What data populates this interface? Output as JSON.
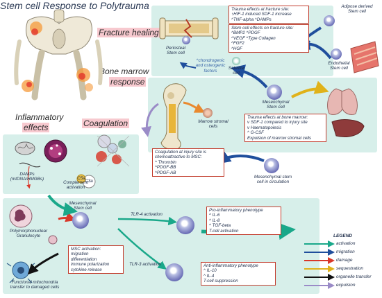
{
  "title": "Stem cell Response to Polytrauma",
  "sections": {
    "fracture_healing": "Fracture healing",
    "bone_marrow_response": [
      "Bone marrow",
      "response"
    ],
    "inflammatory_effects": [
      "Inflammatory",
      "effects"
    ],
    "coagulation": "Coagulation"
  },
  "labels": {
    "adipose": [
      "Adipose derived",
      "Stem cell"
    ],
    "endothelial": [
      "Endothelial",
      "Stem cell"
    ],
    "periosteal": [
      "Periosteal",
      "Stem cell"
    ],
    "periosteal_effects": [
      "^chondrogenic",
      "and osteogenic",
      "factors"
    ],
    "satellite": [
      "Satellite",
      "cell"
    ],
    "msc_top": [
      "Mesenchymal",
      "Stem cell"
    ],
    "marrow_stromal": [
      "Marrow stromal",
      "cells"
    ],
    "msc_circulation": [
      "Mesenchymal stem",
      "cell in circulation"
    ],
    "damps": [
      "DAMPs",
      "(mtDNA/HMGBs)"
    ],
    "complement": [
      "Complement",
      "activation"
    ],
    "c3a": "C3a",
    "c5a": "C5a",
    "pmn": [
      "Polymorphonuclear",
      "Granulocyte"
    ],
    "msc_bottom": [
      "Mesenchymal",
      "Stem cell"
    ],
    "tlr4": "TLR-4 activation",
    "tlr3": "TLR-3 activation",
    "mito": [
      "Functional mitochondria",
      "transfer to damaged cells"
    ]
  },
  "boxes": {
    "trauma_fracture": {
      "title": "Trauma effects at fracture site:",
      "lines": [
        "↑HIF-1 induced SDF-1 increase",
        "^TNF-alpha     ^DAMPs"
      ]
    },
    "stem_effects": {
      "title": "Stem cell effects on fracture site:",
      "lines": [
        "^BMP2         ^PDGF",
        "^VEGF         ^Type Collagen",
        "^FGF2",
        "^HGF"
      ]
    },
    "trauma_marrow": {
      "title": "Trauma effects at bone marrow:",
      "lines": [
        "v SDF-1 compared to injury site",
        "v Haematopoiesis",
        "^ G-CSF",
        "Expulsion of marrow stromal cells"
      ]
    },
    "coag_injury": {
      "title": "Coagulation at injury site is",
      "lines": [
        "chemoattractive to MSC:",
        "^ Thrombin",
        "^PDGF-BB",
        "^PDGF-AB"
      ]
    },
    "pro_inflam": {
      "title": "Pro-inflammatory phenotype",
      "lines": [
        "^ IL-6",
        "^ IL-8",
        "^ TGF-beta",
        "T-cell activation"
      ]
    },
    "anti_inflam": {
      "title": "Anti-inflammatory phenotype",
      "lines": [
        "^ IL-10",
        "^ IL-4",
        "T-cell suppression"
      ]
    },
    "msc_activation": {
      "title": "MSC activation:",
      "lines": [
        "migration",
        "differentiation",
        "immune polarization",
        "cytokine release"
      ]
    }
  },
  "legend": {
    "title": "LEGEND",
    "items": [
      {
        "label": "activation",
        "color": "#1aa88a"
      },
      {
        "label": "migration",
        "color": "#1f4e9c"
      },
      {
        "label": "damage",
        "color": "#d9382a"
      },
      {
        "label": "sequestration",
        "color": "#e0b21a"
      },
      {
        "label": "organelle transfer",
        "color": "#111111"
      },
      {
        "label": "expulsion",
        "color": "#9a8bc7"
      }
    ]
  },
  "colors": {
    "panel": "#d7efea",
    "panel_border": "#b7dcd3",
    "box_border": "#c23a2b",
    "highlight": "#f7c9cf"
  }
}
